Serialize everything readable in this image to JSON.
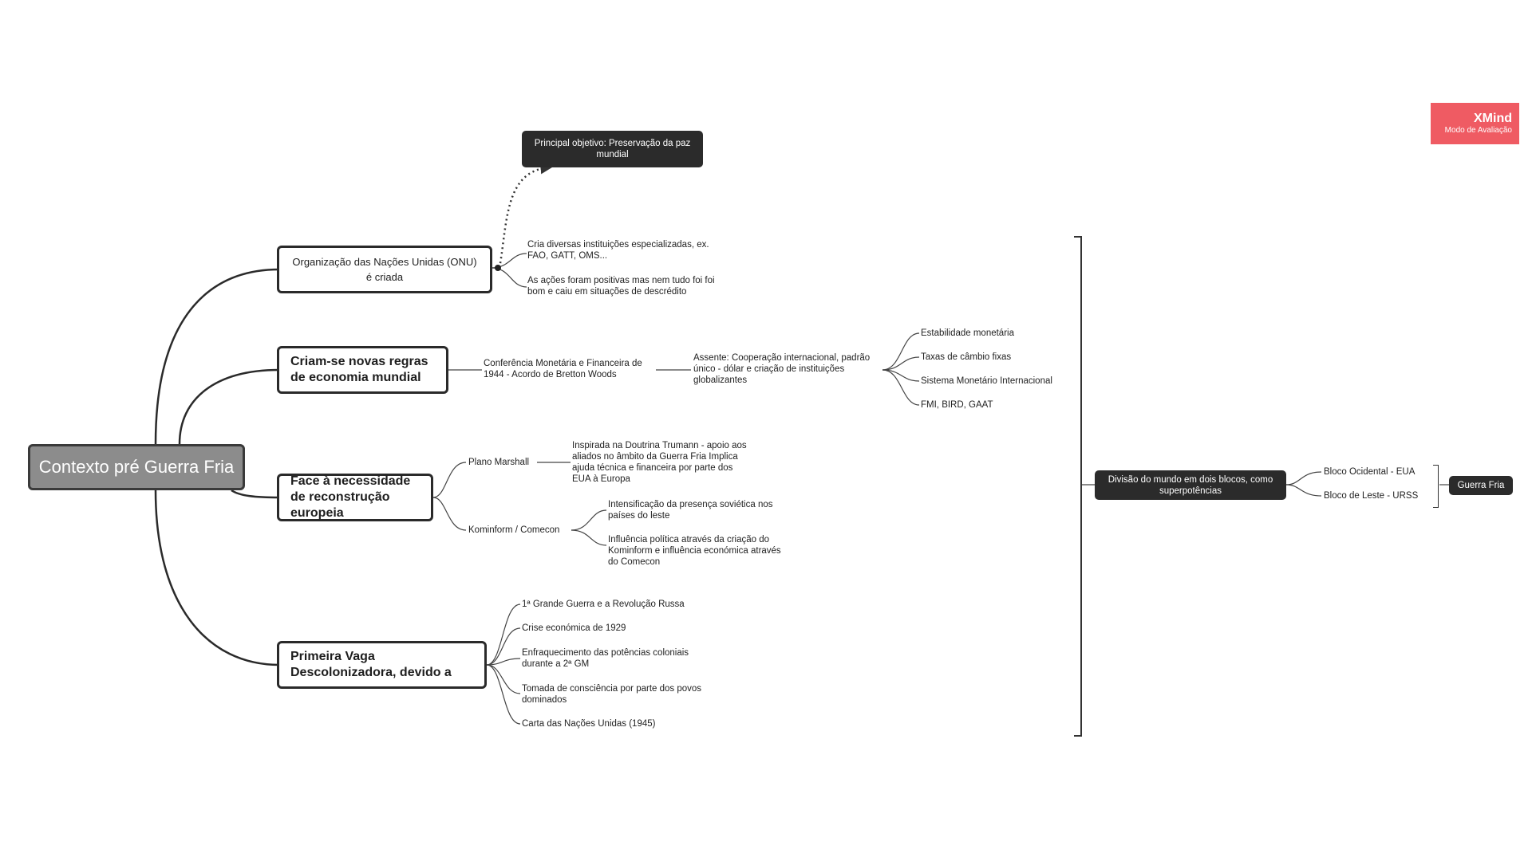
{
  "watermark": {
    "brand": "XMind",
    "mode": "Modo de Avaliação",
    "color": "#ef5b63"
  },
  "root": "Contexto pré Guerra Fria",
  "topics": {
    "onu": {
      "label": "Organização das Nações Unidas (ONU) é criada",
      "objective": "Principal objetivo: Preservação da paz mundial",
      "leaves": [
        "Cria diversas instituições especializadas, ex. FAO, GATT, OMS...",
        "As ações foram positivas mas nem tudo foi foi bom e caiu em situações de descrédito"
      ]
    },
    "economia": {
      "label": "Criam-se novas regras de economia mundial",
      "conference": "Conferência Monetária e Financeira de 1944 - Acordo de Bretton Woods",
      "assente": "Assente: Cooperação internacional, padrão único - dólar e criação de instituições globalizantes",
      "leaves": [
        "Estabilidade monetária",
        "Taxas de câmbio fixas",
        "Sistema Monetário Internacional",
        "FMI, BIRD, GAAT"
      ]
    },
    "reconstrucao": {
      "label": "Face à necessidade de reconstrução europeia",
      "marshall": {
        "label": "Plano Marshall",
        "desc": "Inspirada na Doutrina Trumann - apoio aos aliados no âmbito da Guerra Fria Implica ajuda técnica e financeira por parte dos EUA à Europa"
      },
      "kominform": {
        "label": "Kominform / Comecon",
        "leaves": [
          "Intensificação da presença soviética nos países do leste",
          "Influência política através da criação do Kominform e influência económica através do Comecon"
        ]
      }
    },
    "descolonizacao": {
      "label": "Primeira Vaga Descolonizadora, devido a",
      "leaves": [
        "1ª Grande Guerra e a Revolução Russa",
        "Crise económica de 1929",
        "Enfraquecimento das potências coloniais durante a 2ª GM",
        "Tomada de consciência por parte dos povos dominados",
        "Carta das Nações Unidas (1945)"
      ]
    }
  },
  "summary": {
    "label": "Divisão do mundo em dois blocos, como superpotências",
    "blocks": [
      "Bloco Ocidental - EUA",
      "Bloco de Leste - URSS"
    ],
    "result": "Guerra Fria"
  }
}
